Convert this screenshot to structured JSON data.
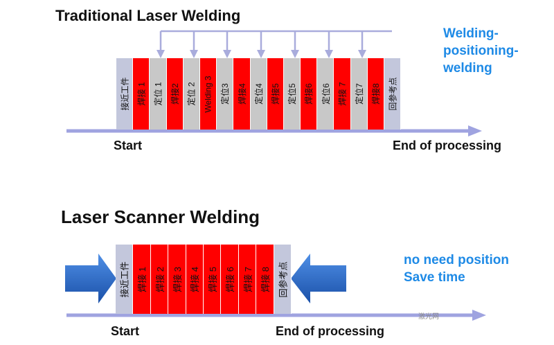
{
  "top": {
    "title": "Traditional Laser Welding",
    "note": [
      "Welding-",
      "positioning-",
      "welding"
    ],
    "blocks": [
      {
        "label": "接近工件",
        "type": "end"
      },
      {
        "label": "焊接 1",
        "type": "red"
      },
      {
        "label": "定位 1",
        "type": "gray"
      },
      {
        "label": "焊接2",
        "type": "red"
      },
      {
        "label": "定位 2",
        "type": "gray"
      },
      {
        "label": "Welding 3",
        "type": "red"
      },
      {
        "label": "定位3",
        "type": "gray"
      },
      {
        "label": "焊接4",
        "type": "red"
      },
      {
        "label": "定位4",
        "type": "gray"
      },
      {
        "label": "焊接5",
        "type": "red"
      },
      {
        "label": "定位5",
        "type": "gray"
      },
      {
        "label": "焊接6",
        "type": "red"
      },
      {
        "label": "定位6",
        "type": "gray"
      },
      {
        "label": "焊接 7",
        "type": "red"
      },
      {
        "label": "定位7",
        "type": "gray"
      },
      {
        "label": "焊接8",
        "type": "red"
      },
      {
        "label": "回参考点",
        "type": "end"
      }
    ],
    "start_label": "Start",
    "end_label": "End of processing"
  },
  "bottom": {
    "title": "Laser Scanner Welding",
    "note": [
      "no need position",
      "Save time"
    ],
    "blocks": [
      {
        "label": "接近工件",
        "type": "end"
      },
      {
        "label": "焊接 1",
        "type": "red"
      },
      {
        "label": "焊接 2",
        "type": "red"
      },
      {
        "label": "焊接 3",
        "type": "red"
      },
      {
        "label": "焊接 4",
        "type": "red"
      },
      {
        "label": "焊接 5",
        "type": "red"
      },
      {
        "label": "焊接 6",
        "type": "red"
      },
      {
        "label": "焊接 7",
        "type": "red"
      },
      {
        "label": "焊接 8",
        "type": "red"
      },
      {
        "label": "回参考点",
        "type": "end"
      }
    ],
    "start_label": "Start",
    "end_label": "End of processing"
  },
  "watermark": "激光网",
  "colors": {
    "weld": "#ff0000",
    "position": "#c8c8c8",
    "endpoint": "#c3c7dc",
    "timeline": "#9fa3e0",
    "push_arrow": "#1f5fbf",
    "note_text": "#1e8ae6"
  }
}
